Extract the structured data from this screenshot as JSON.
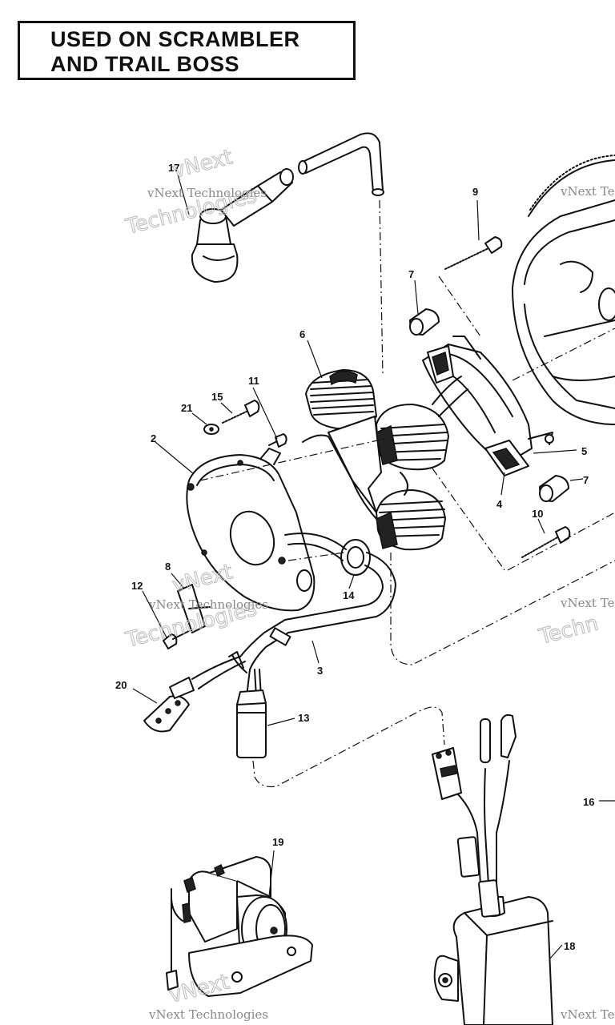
{
  "header": {
    "title_line_1": "USED ON SCRAMBLER",
    "title_line_2": "AND TRAIL BOSS"
  },
  "callouts": [
    "2",
    "3",
    "4",
    "5",
    "6",
    "7",
    "7",
    "8",
    "9",
    "10",
    "11",
    "12",
    "13",
    "14",
    "15",
    "16",
    "17",
    "18",
    "19",
    "20",
    "21"
  ],
  "watermark": {
    "brand_small": "vNext Technologies",
    "brand_large_1": "vNext",
    "brand_large_2": "Technologies",
    "partial_small": "vNext Te",
    "partial_large": "Techn"
  },
  "colors": {
    "ink": "#111111",
    "watermark": "#888888",
    "paper": "#ffffff"
  }
}
